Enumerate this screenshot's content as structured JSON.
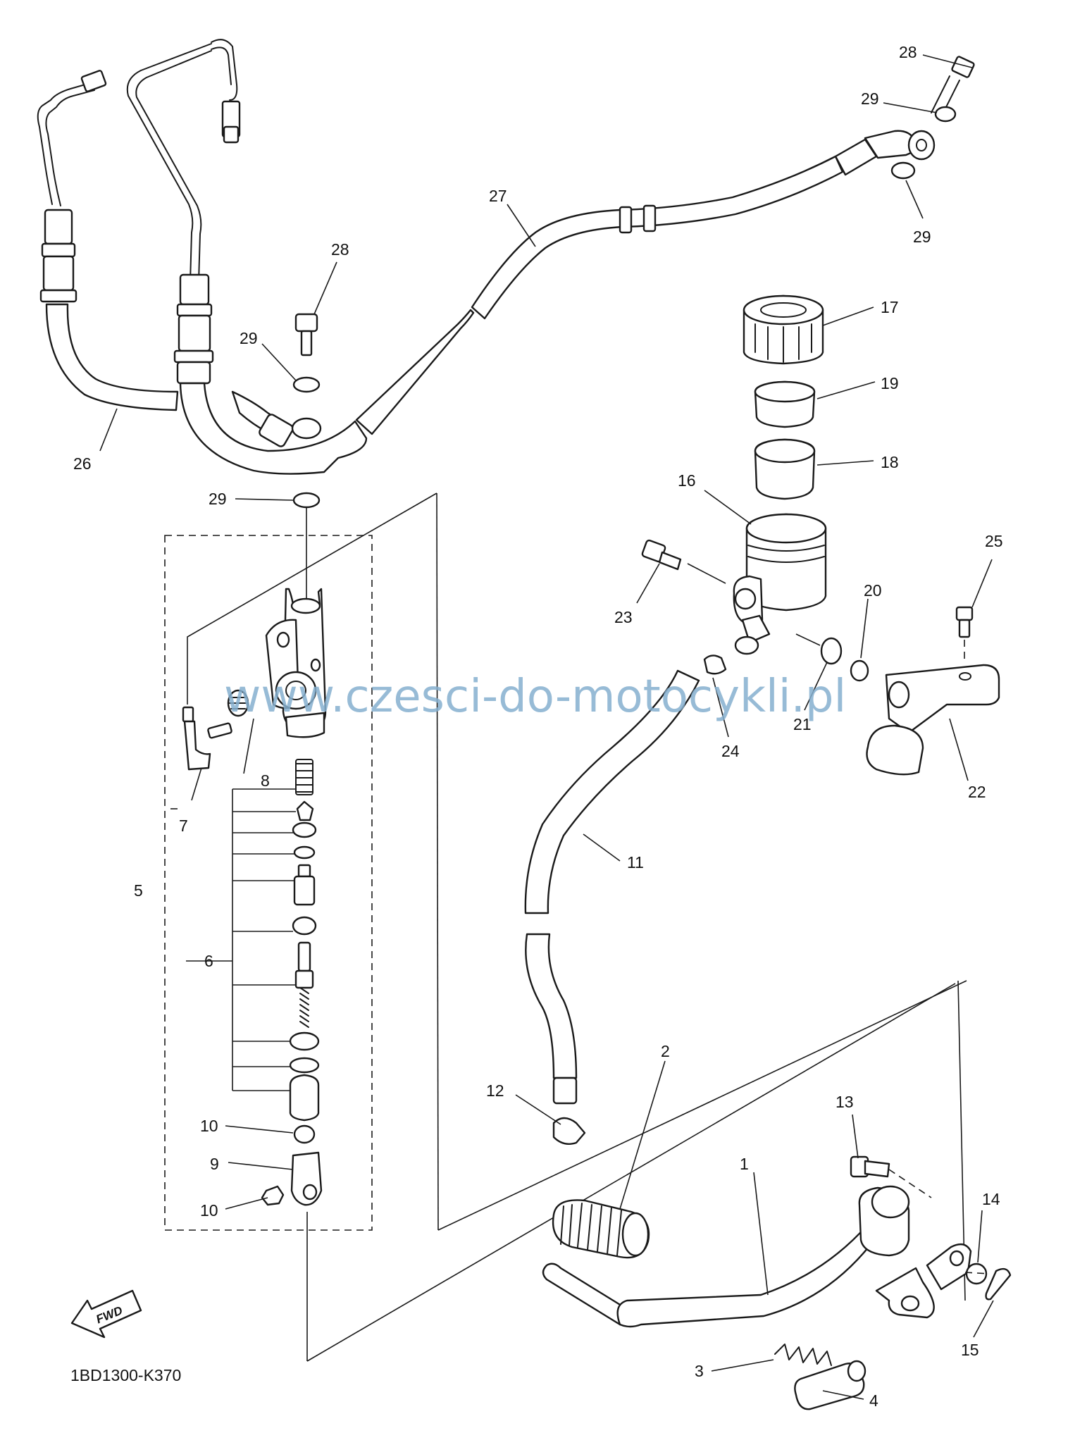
{
  "diagram": {
    "part_code": "1BD1300-K370",
    "watermark": "www.czesci-do-motocykli.pl",
    "fwd_label": "FWD",
    "colors": {
      "line": "#1a1a1a",
      "watermark": "#86b0cf",
      "background": "#ffffff"
    },
    "callouts": [
      {
        "id": "c1",
        "label": "1"
      },
      {
        "id": "c2",
        "label": "2"
      },
      {
        "id": "c3",
        "label": "3"
      },
      {
        "id": "c4",
        "label": "4"
      },
      {
        "id": "c5",
        "label": "5"
      },
      {
        "id": "c6",
        "label": "6"
      },
      {
        "id": "c7",
        "label": "7"
      },
      {
        "id": "c8",
        "label": "8"
      },
      {
        "id": "c9",
        "label": "9"
      },
      {
        "id": "c10a",
        "label": "10"
      },
      {
        "id": "c10b",
        "label": "10"
      },
      {
        "id": "c11",
        "label": "11"
      },
      {
        "id": "c12",
        "label": "12"
      },
      {
        "id": "c13",
        "label": "13"
      },
      {
        "id": "c14",
        "label": "14"
      },
      {
        "id": "c15",
        "label": "15"
      },
      {
        "id": "c16",
        "label": "16"
      },
      {
        "id": "c17",
        "label": "17"
      },
      {
        "id": "c18",
        "label": "18"
      },
      {
        "id": "c19",
        "label": "19"
      },
      {
        "id": "c20",
        "label": "20"
      },
      {
        "id": "c21",
        "label": "21"
      },
      {
        "id": "c22",
        "label": "22"
      },
      {
        "id": "c23",
        "label": "23"
      },
      {
        "id": "c24",
        "label": "24"
      },
      {
        "id": "c25",
        "label": "25"
      },
      {
        "id": "c26",
        "label": "26"
      },
      {
        "id": "c27",
        "label": "27"
      },
      {
        "id": "c28a",
        "label": "28"
      },
      {
        "id": "c28b",
        "label": "28"
      },
      {
        "id": "c29a",
        "label": "29"
      },
      {
        "id": "c29b",
        "label": "29"
      },
      {
        "id": "c29c",
        "label": "29"
      },
      {
        "id": "c29d",
        "label": "29"
      }
    ]
  }
}
